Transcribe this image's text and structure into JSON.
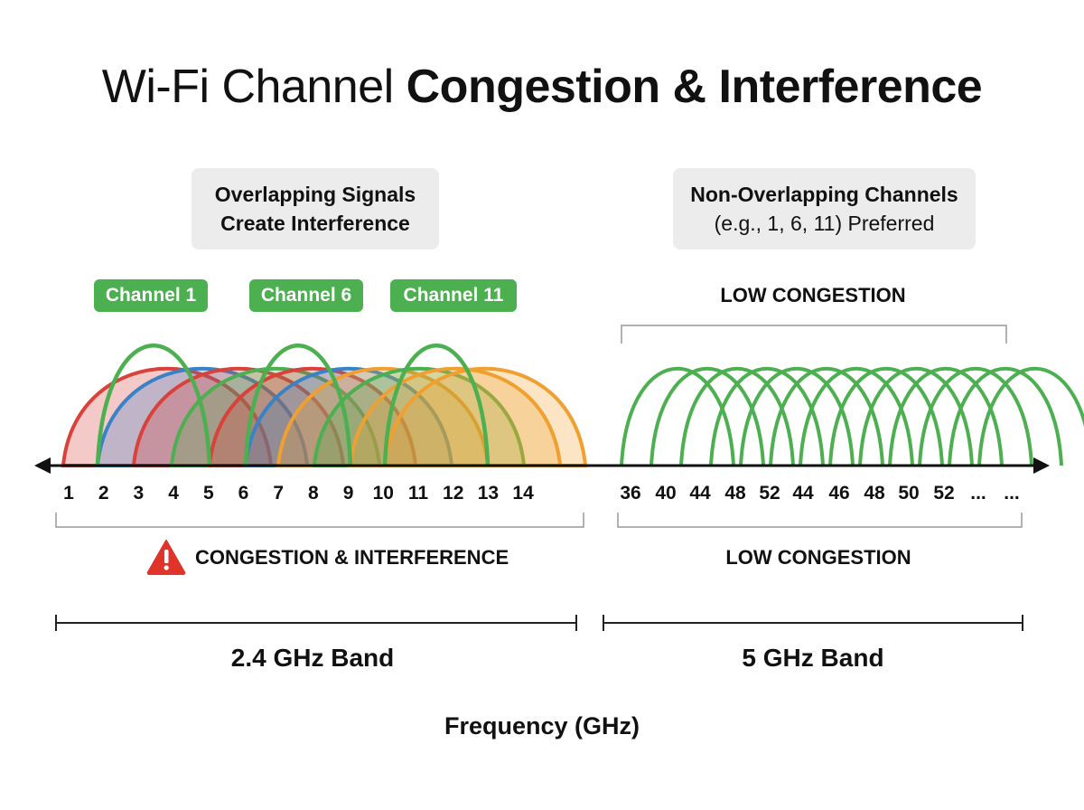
{
  "title": {
    "regular": "Wi-Fi Channel",
    "bold": "Congestion & Interference"
  },
  "callout_left": {
    "line1": "Overlapping Signals",
    "line2": "Create Interference"
  },
  "callout_right": {
    "line1": "Non-Overlapping Channels",
    "line2": "(e.g., 1, 6, 11) Preferred"
  },
  "pills": [
    "Channel 1",
    "Channel 6",
    "Channel 11"
  ],
  "top_right_label": "LOW CONGESTION",
  "left_status": "CONGESTION & INTERFERENCE",
  "right_status": "LOW CONGESTION",
  "band_left": "2.4 GHz Band",
  "band_right": "5 GHz Band",
  "axis_title": "Frequency (GHz)",
  "ticks_24": [
    "1",
    "2",
    "3",
    "4",
    "5",
    "6",
    "7",
    "8",
    "9",
    "10",
    "11",
    "12",
    "13",
    "14"
  ],
  "ticks_5": [
    "36",
    "40",
    "44",
    "48",
    "52",
    "44",
    "46",
    "48",
    "50",
    "52",
    "...",
    "..."
  ],
  "colors": {
    "red": "#d9423a",
    "blue": "#3a82c8",
    "green": "#4caf50",
    "orange": "#f0a030",
    "warning": "#e0342a"
  },
  "icons": {
    "warning": "warning-triangle-icon"
  }
}
